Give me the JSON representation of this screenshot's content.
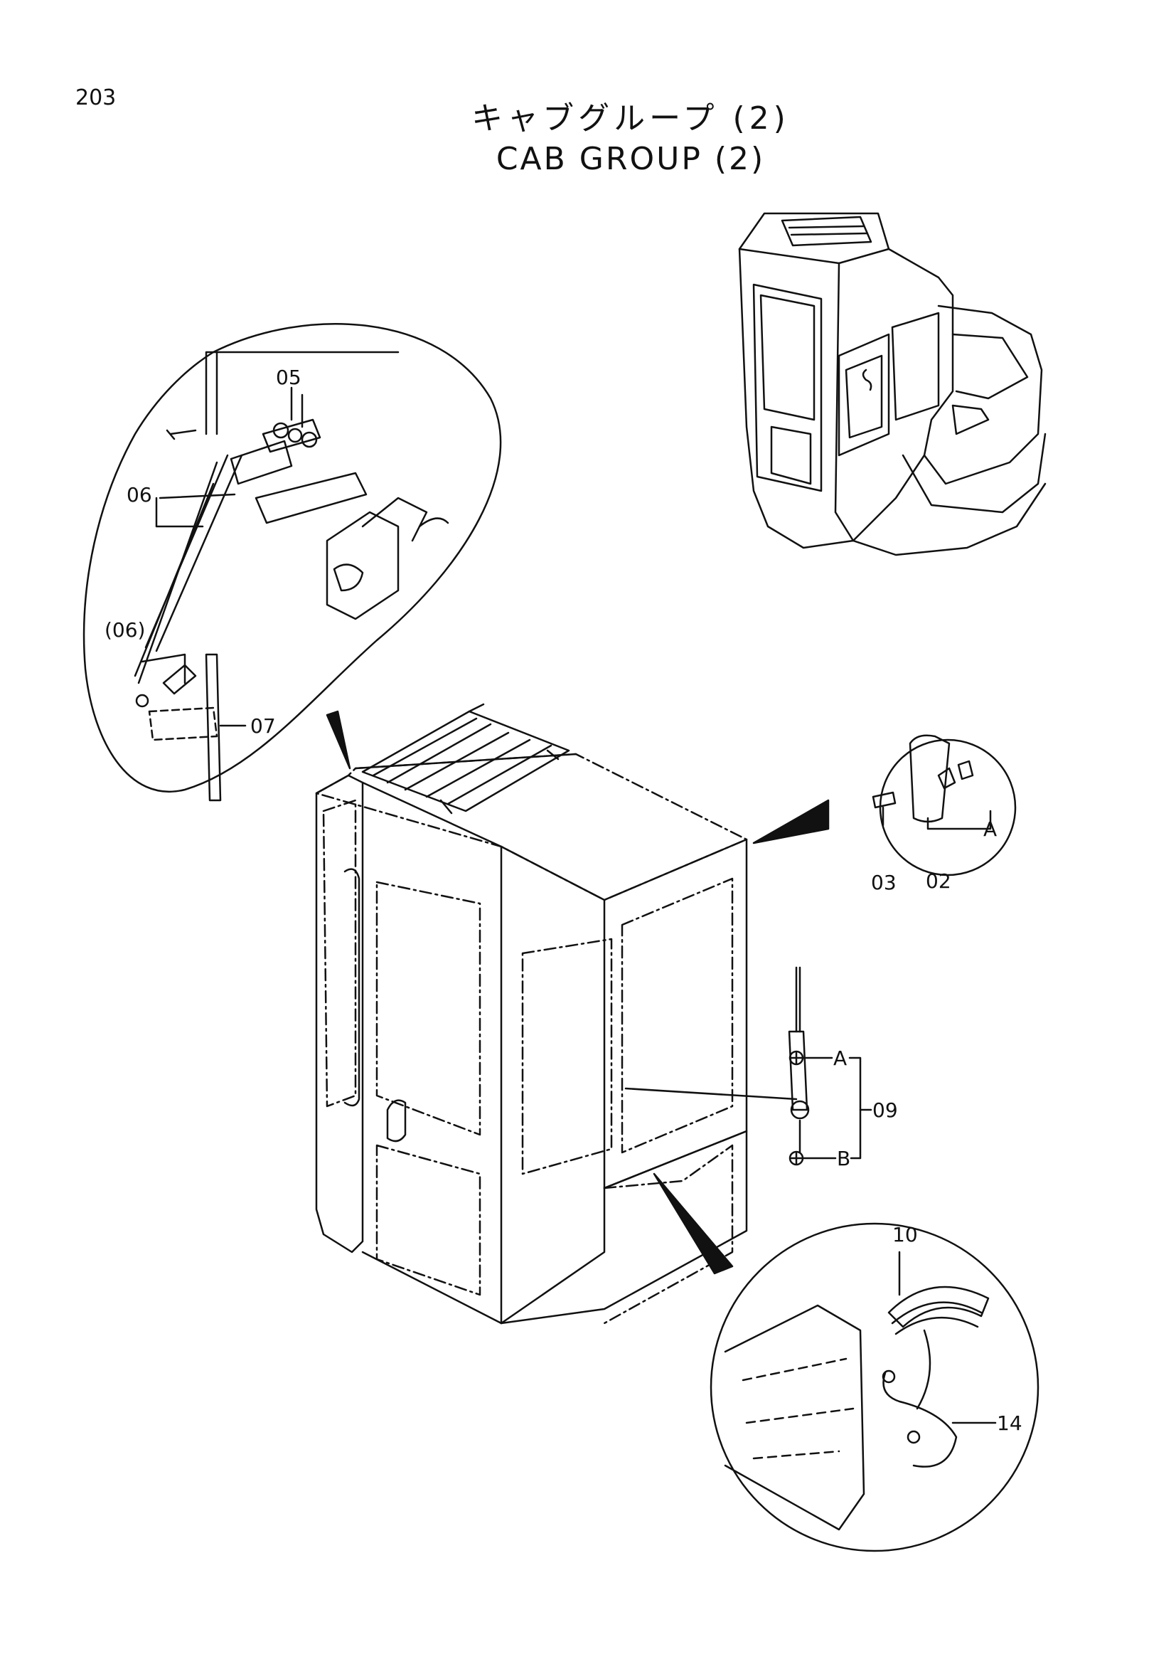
{
  "page": {
    "number": "203"
  },
  "title": {
    "japanese": "キャブグループ (2)",
    "english": "CAB GROUP (2)"
  },
  "callouts": {
    "c02": "02",
    "c03": "03",
    "c05": "05",
    "c06": "06",
    "c06b": "(06)",
    "c07": "07",
    "c09": "09",
    "c10": "10",
    "c14": "14",
    "refA1": "A",
    "refA2": "A",
    "refB": "B"
  }
}
